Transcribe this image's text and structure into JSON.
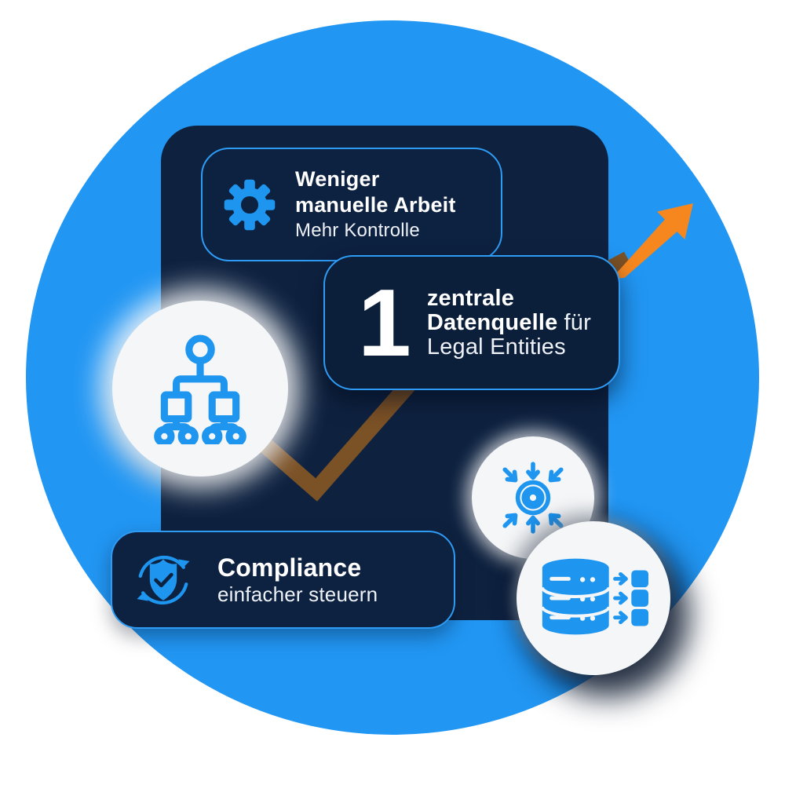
{
  "infographic": {
    "cards": {
      "manual_work": {
        "icon": "gear-icon",
        "title_line1": "Weniger",
        "title_line2": "manuelle Arbeit",
        "subtitle": "Mehr Kontrolle"
      },
      "data_source": {
        "number": "1",
        "line1_bold": "zentrale",
        "line2_bold": "Datenquelle",
        "line2_regular": "für",
        "line3": "Legal Entities"
      },
      "compliance": {
        "icon": "shield-check-refresh-icon",
        "title": "Compliance",
        "subtitle": "einfacher steuern"
      }
    },
    "icons": {
      "left_bubble": "org-chart-icon",
      "middle_bubble": "centralize-arrows-icon",
      "right_bubble": "database-distribution-icon",
      "trend": "growth-arrow-icon"
    },
    "colors": {
      "accent_blue": "#1e96f0",
      "border_blue": "#2e9bf4",
      "panel_navy": "#0e2240",
      "card_navy": "#0d2140",
      "backdrop_blue": "#2196f3",
      "arrow_orange": "#f6871f",
      "trendline_brown": "#7b5126",
      "bubble_white": "#f4f6f8",
      "text_white": "#ffffff"
    }
  }
}
